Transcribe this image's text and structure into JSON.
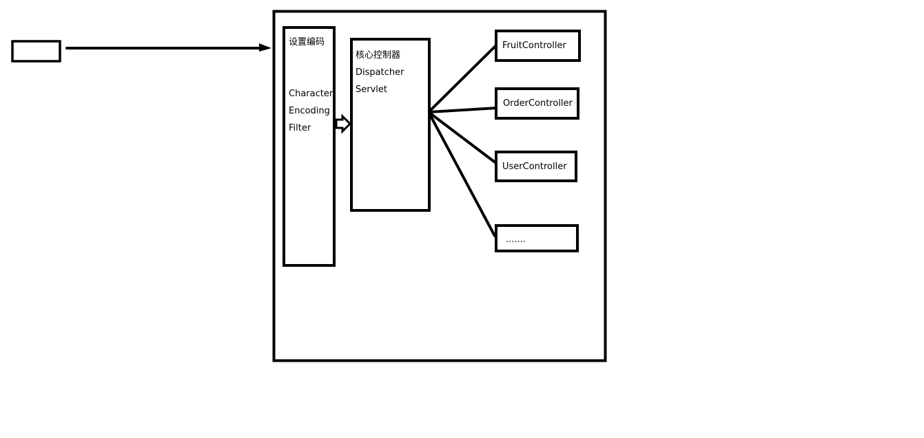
{
  "colors": {
    "stroke": "#000000",
    "background": "#ffffff"
  },
  "filter": {
    "lines": [
      "设置编码",
      "",
      "",
      "Character",
      "Encoding",
      "Filter"
    ]
  },
  "dispatcher": {
    "lines": [
      "核心控制器",
      "Dispatcher",
      "Servlet"
    ]
  },
  "controllers": {
    "fruit": "FruitController",
    "order": "OrderController",
    "user": "UserController",
    "more": "......."
  }
}
